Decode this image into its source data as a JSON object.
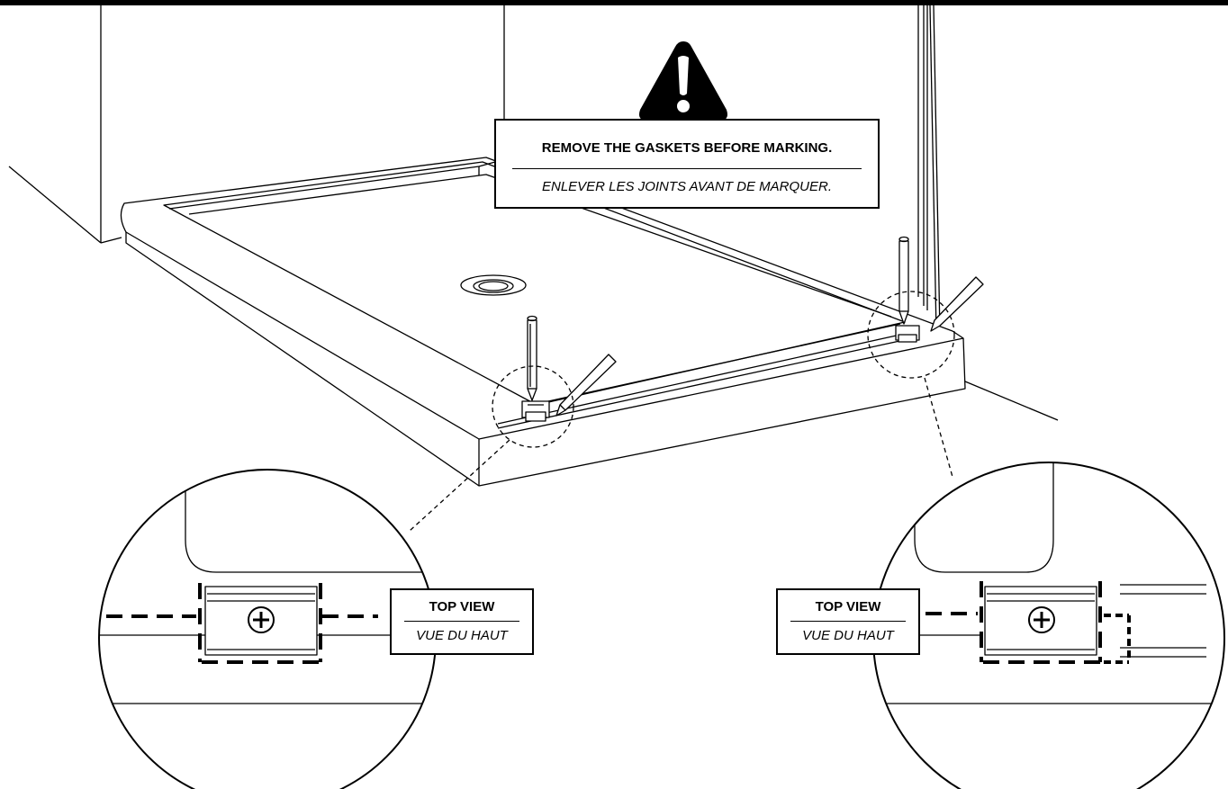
{
  "warning": {
    "icon": "warning-triangle-icon",
    "english": "REMOVE THE GASKETS BEFORE MARKING.",
    "french": "ENLEVER LES JOINTS AVANT DE MARQUER."
  },
  "detail_left": {
    "title": "TOP VIEW",
    "subtitle": "VUE DU HAUT"
  },
  "detail_right": {
    "title": "TOP VIEW",
    "subtitle": "VUE DU HAUT"
  },
  "colors": {
    "line": "#000000",
    "background": "#ffffff"
  }
}
